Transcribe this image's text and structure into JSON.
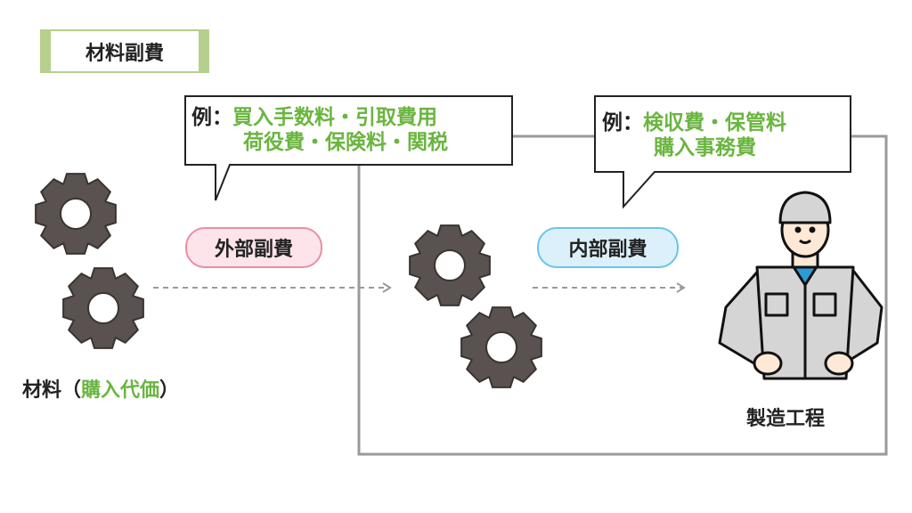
{
  "title": "材料副費",
  "external_example": {
    "prefix": "例：",
    "line1": "買入手数料・引取費用",
    "line2": "荷役費・保険料・関税"
  },
  "internal_example": {
    "prefix": "例：",
    "line1": "検収費・保管料",
    "line2": "購入事務費"
  },
  "external_label": "外部副費",
  "internal_label": "内部副費",
  "material": {
    "text": "材料（",
    "highlight": "購入代価",
    "close": "）"
  },
  "process_label": "製造工程",
  "colors": {
    "green": "#6ab53f",
    "gear": "#595250",
    "frame": "#9a9a9a"
  }
}
